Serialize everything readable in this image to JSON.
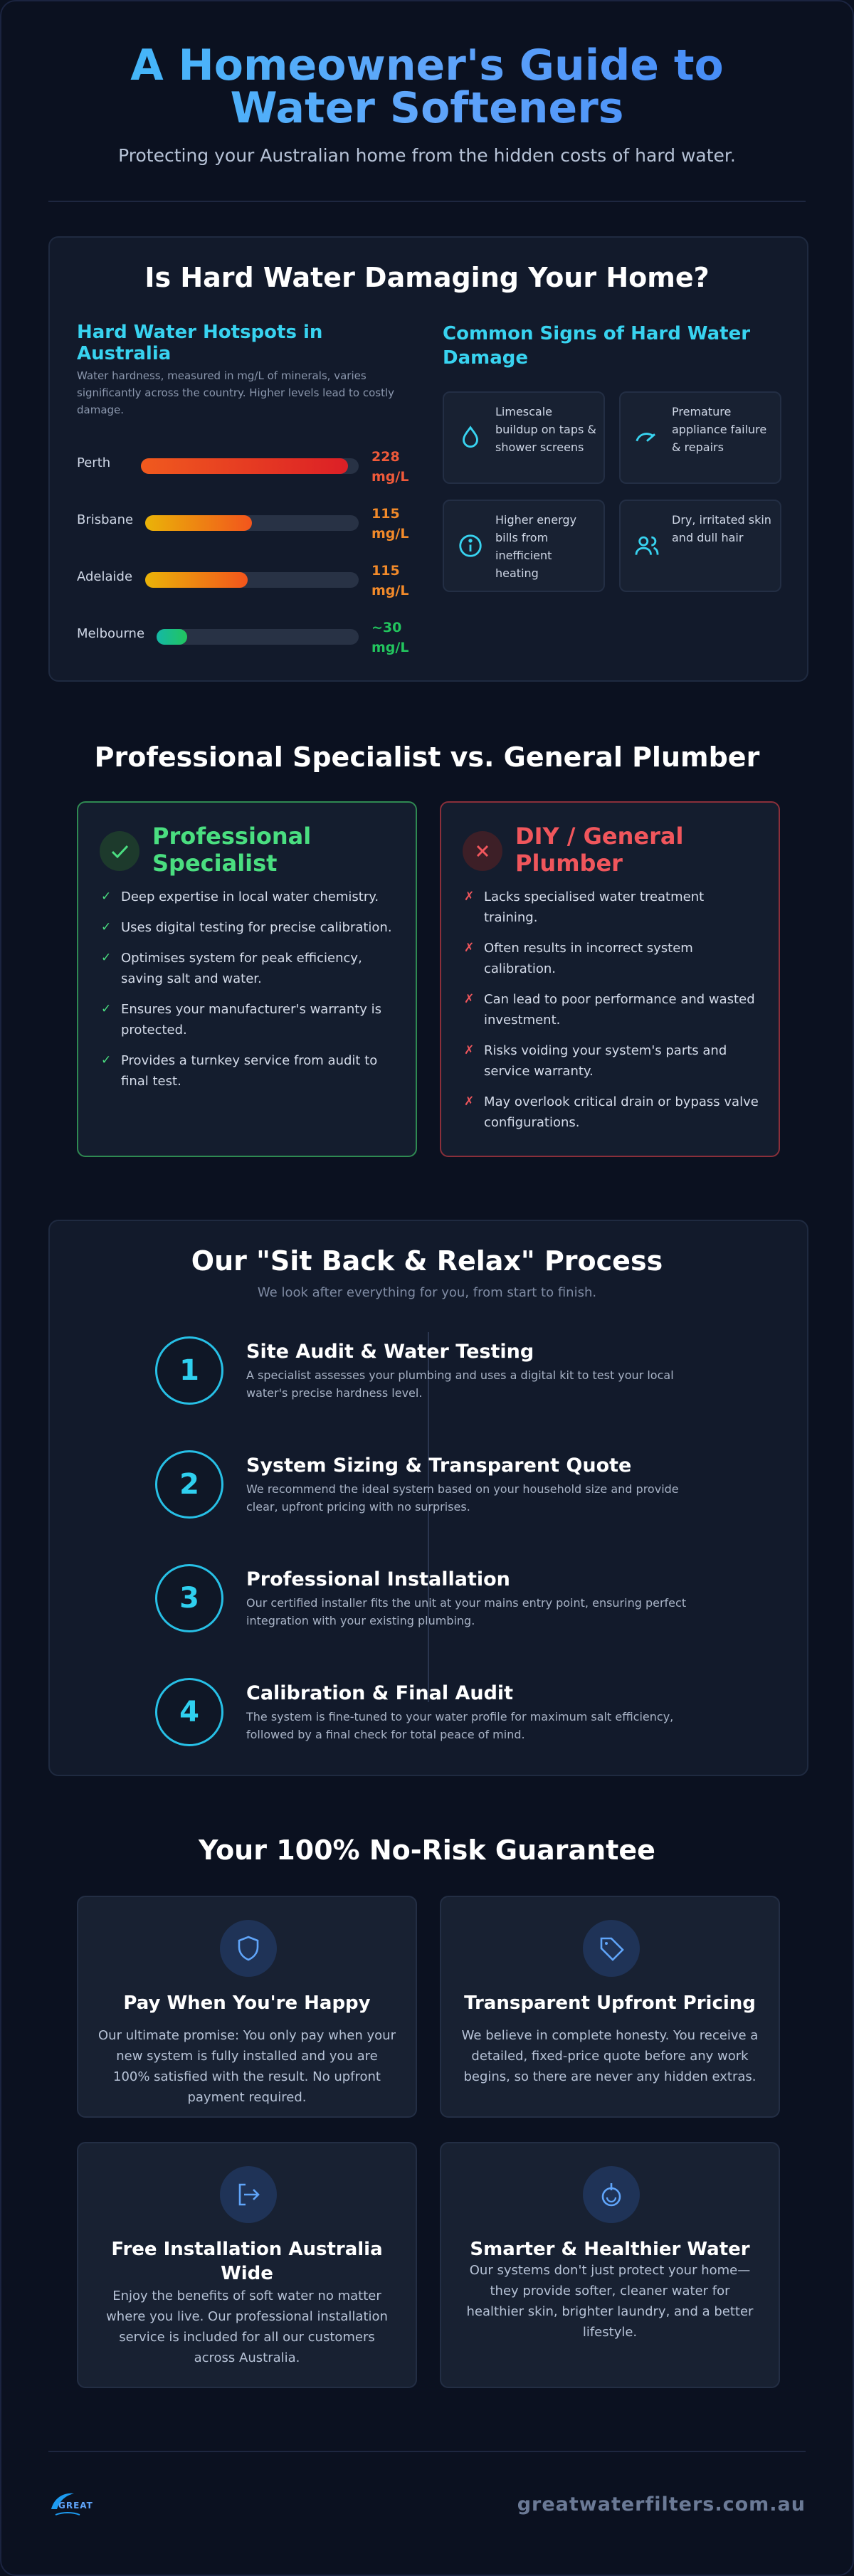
{
  "header": {
    "title": "A Homeowner's Guide to Water Softeners",
    "subtitle": "Protecting your Australian home from the hidden costs of hard water."
  },
  "damage": {
    "title": "Is Hard Water Damaging Your Home?",
    "hotspots_heading": "Hard Water Hotspots in Australia",
    "hotspots_intro": "Water hardness, measured in mg/L of minerals, varies significantly across the country. Higher levels lead to costly damage.",
    "hotspots": [
      {
        "city": "Perth",
        "value": "228 mg/L",
        "level": 0.95,
        "color_from": "#f05a1e",
        "color_to": "#dc1f26",
        "value_color": "#f05a3a"
      },
      {
        "city": "Brisbane",
        "value": "115 mg/L",
        "level": 0.5,
        "color_from": "#eab308",
        "color_to": "#f2551c",
        "value_color": "#f28a2a"
      },
      {
        "city": "Adelaide",
        "value": "115 mg/L",
        "level": 0.48,
        "color_from": "#eab308",
        "color_to": "#f2551c",
        "value_color": "#f28a2a"
      },
      {
        "city": "Melbourne",
        "value": "~30 mg/L",
        "level": 0.15,
        "color_from": "#14b8a6",
        "color_to": "#22c55e",
        "value_color": "#22c55e"
      }
    ],
    "signs_heading": "Common Signs of Hard Water Damage",
    "signs": [
      {
        "icon": "droplet-icon",
        "text": "Limescale buildup on taps & shower screens"
      },
      {
        "icon": "gauge-icon",
        "text": "Premature appliance failure & repairs"
      },
      {
        "icon": "info-icon",
        "text": "Higher energy bills from inefficient heating"
      },
      {
        "icon": "users-icon",
        "text": "Dry, irritated skin and dull hair"
      }
    ]
  },
  "compare": {
    "title": "Professional Specialist vs. General Plumber",
    "pro": {
      "heading": "Professional Specialist",
      "items": [
        "Deep expertise in local water chemistry.",
        "Uses digital testing for precise calibration.",
        "Optimises system for peak efficiency, saving salt and water.",
        "Ensures your manufacturer's warranty is protected.",
        "Provides a turnkey service from audit to final test."
      ],
      "mark": "✓"
    },
    "diy": {
      "heading": "DIY / General Plumber",
      "items": [
        "Lacks specialised water treatment training.",
        "Often results in incorrect system calibration.",
        "Can lead to poor performance and wasted investment.",
        "Risks voiding your system's parts and service warranty.",
        "May overlook critical drain or bypass valve configurations."
      ],
      "mark": "✗"
    }
  },
  "process": {
    "title": "Our \"Sit Back & Relax\" Process",
    "subtitle": "We look after everything for you, from start to finish.",
    "steps": [
      {
        "num": "1",
        "title": "Site Audit & Water Testing",
        "desc": "A specialist assesses your plumbing and uses a digital kit to test your local water's precise hardness level."
      },
      {
        "num": "2",
        "title": "System Sizing & Transparent Quote",
        "desc": "We recommend the ideal system based on your household size and provide clear, upfront pricing with no surprises."
      },
      {
        "num": "3",
        "title": "Professional Installation",
        "desc": "Our certified installer fits the unit at your mains entry point, ensuring perfect integration with your existing plumbing."
      },
      {
        "num": "4",
        "title": "Calibration & Final Audit",
        "desc": "The system is fine-tuned to your water profile for maximum salt efficiency, followed by a final check for total peace of mind."
      }
    ]
  },
  "guarantee": {
    "title": "Your 100% No-Risk Guarantee",
    "cards": [
      {
        "icon": "shield-icon",
        "title": "Pay When You're Happy",
        "desc": "Our ultimate promise: You only pay when your new system is fully installed and you are 100% satisfied with the result. No upfront payment required."
      },
      {
        "icon": "tag-icon",
        "title": "Transparent Upfront Pricing",
        "desc": "We believe in complete honesty. You receive a detailed, fixed-price quote before any work begins, so there are never any hidden extras."
      },
      {
        "icon": "sign-in-icon",
        "title": "Free Installation Australia Wide",
        "desc": "Enjoy the benefits of soft water no matter where you live. Our professional installation service is included for all our customers across Australia."
      },
      {
        "icon": "water-drop-icon",
        "title": "Smarter & Healthier Water",
        "desc": "Our systems don't just protect your home—they provide softer, cleaner water for healthier skin, brighter laundry, and a better lifestyle."
      }
    ]
  },
  "footer": {
    "logo_text": "GREAT",
    "url": "greatwaterfilters.com.au"
  },
  "colors": {
    "background": "#0b1120",
    "accent": "#38d3f0",
    "pro_green": "#4ade80",
    "diy_red": "#f0565c"
  }
}
